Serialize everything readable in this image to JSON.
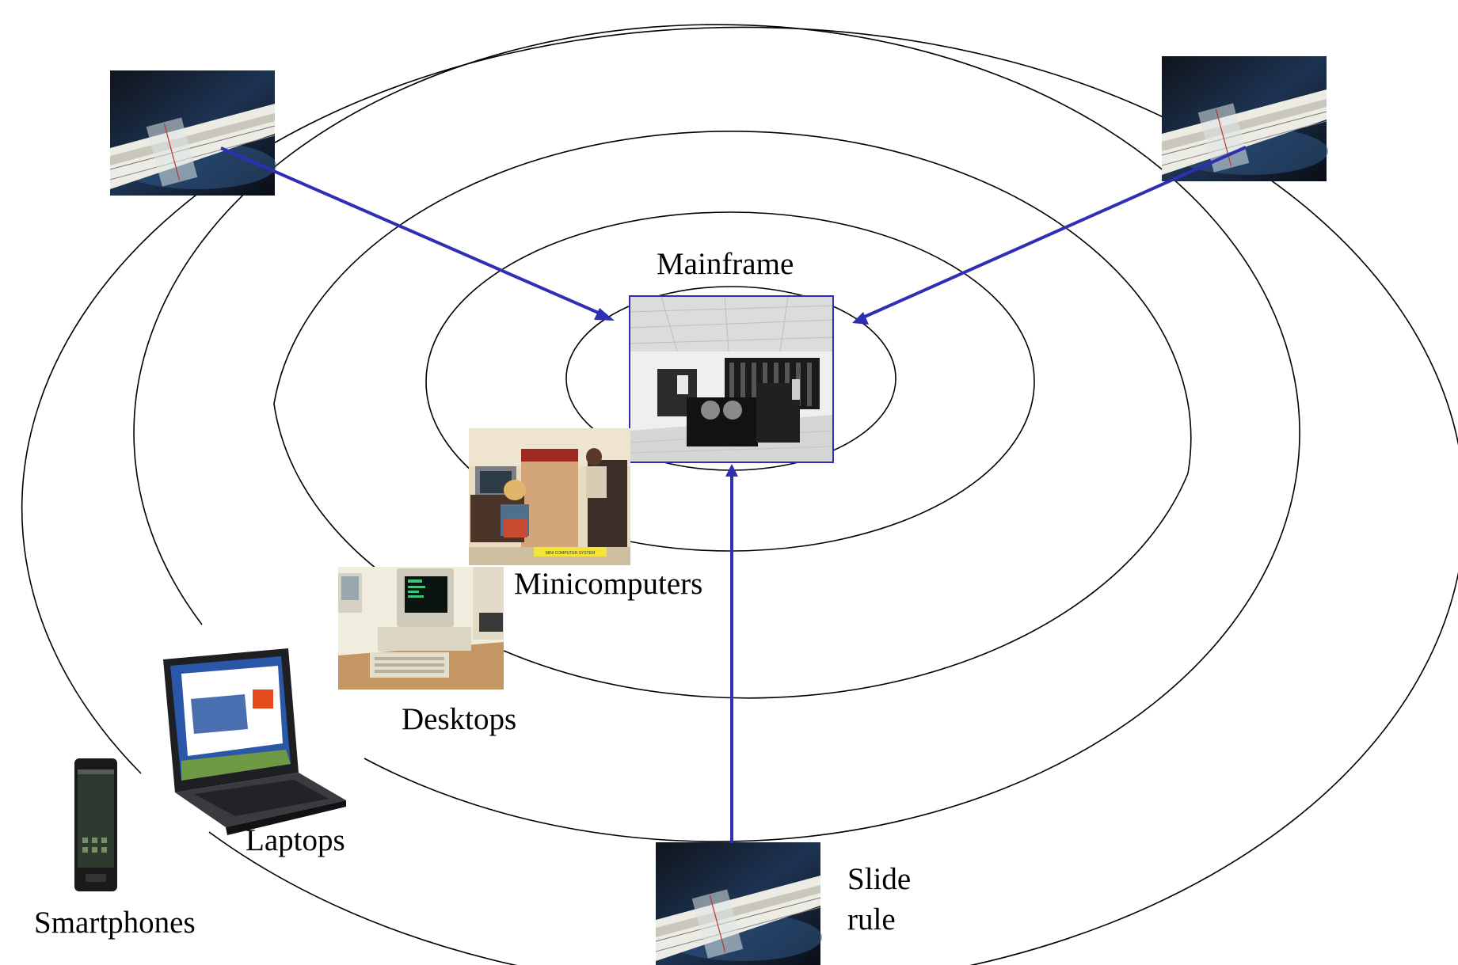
{
  "labels": {
    "mainframe": "Mainframe",
    "minicomputers": "Minicomputers",
    "desktops": "Desktops",
    "laptops": "Laptops",
    "smartphones": "Smartphones",
    "slide_rule_line1": "Slide",
    "slide_rule_line2": "rule"
  },
  "photo_captions": {
    "minicomputer_sign": "MINI COMPUTER SYSTEM"
  },
  "colors": {
    "arrow": "#2f2fb3",
    "ring_stroke": "#000000",
    "mainframe_border": "#2f2fb3"
  }
}
